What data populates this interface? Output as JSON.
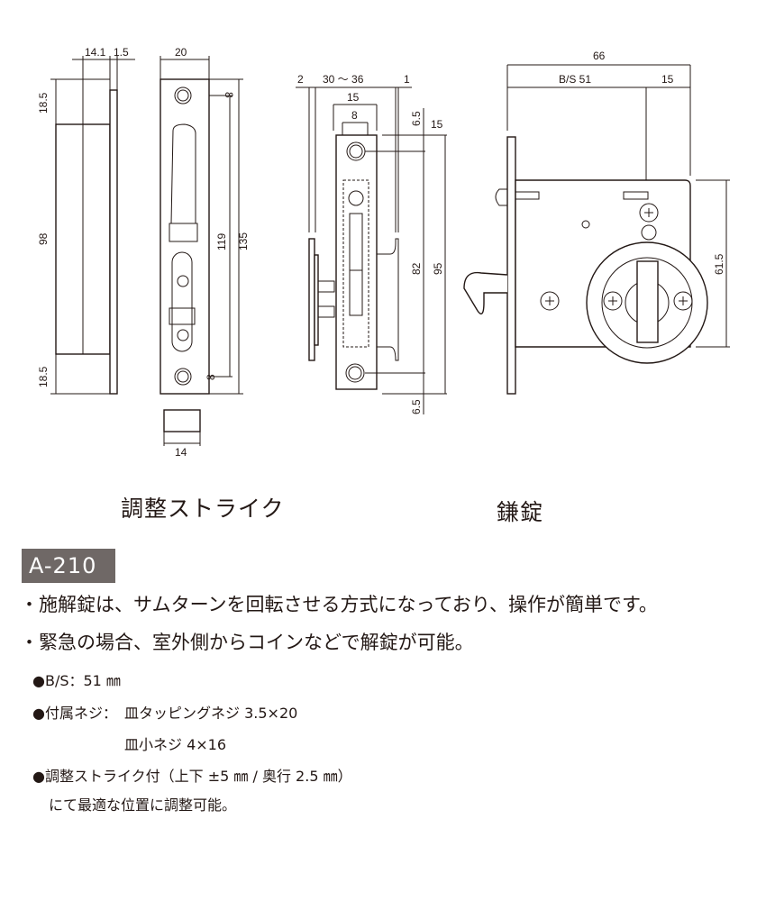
{
  "dimensions": {
    "strike_side": {
      "top": "14.1",
      "top2": "1.5",
      "h_top": "18.5",
      "h_mid": "98",
      "h_bot": "18.5"
    },
    "strike_front": {
      "width": "20",
      "hole_top": "8",
      "pitch": "119",
      "height": "135",
      "hole_bot": "8",
      "tab": "14"
    },
    "lock_side": {
      "d1": "2",
      "d2": "30 〜 36",
      "d3": "1",
      "w15": "15",
      "w8": "8",
      "top65": "6.5",
      "r15": "15",
      "pitch": "82",
      "height": "95",
      "bot65": "6.5"
    },
    "lock_front": {
      "overall": "66",
      "backset": "B/S 51",
      "r15": "15",
      "height": "61.5"
    }
  },
  "captions": {
    "strike": "調整ストライク",
    "lock": "鎌錠"
  },
  "model": "A-210",
  "bullets": [
    "・施解錠は、サムターンを回転させる方式になっており、操作が簡単です。",
    "・緊急の場合、室外側からコインなどで解錠が可能。"
  ],
  "specs": {
    "backset": "●B/S：51 ㎜",
    "screws_label": "●付属ネジ：",
    "screw1": "皿タッピングネジ 3.5×20",
    "screw2": "皿小ネジ 4×16",
    "strike_line1": "●調整ストライク付（上下 ±5 ㎜ / 奥行 2.5 ㎜）",
    "strike_line2": "にて最適な位置に調整可能。"
  }
}
